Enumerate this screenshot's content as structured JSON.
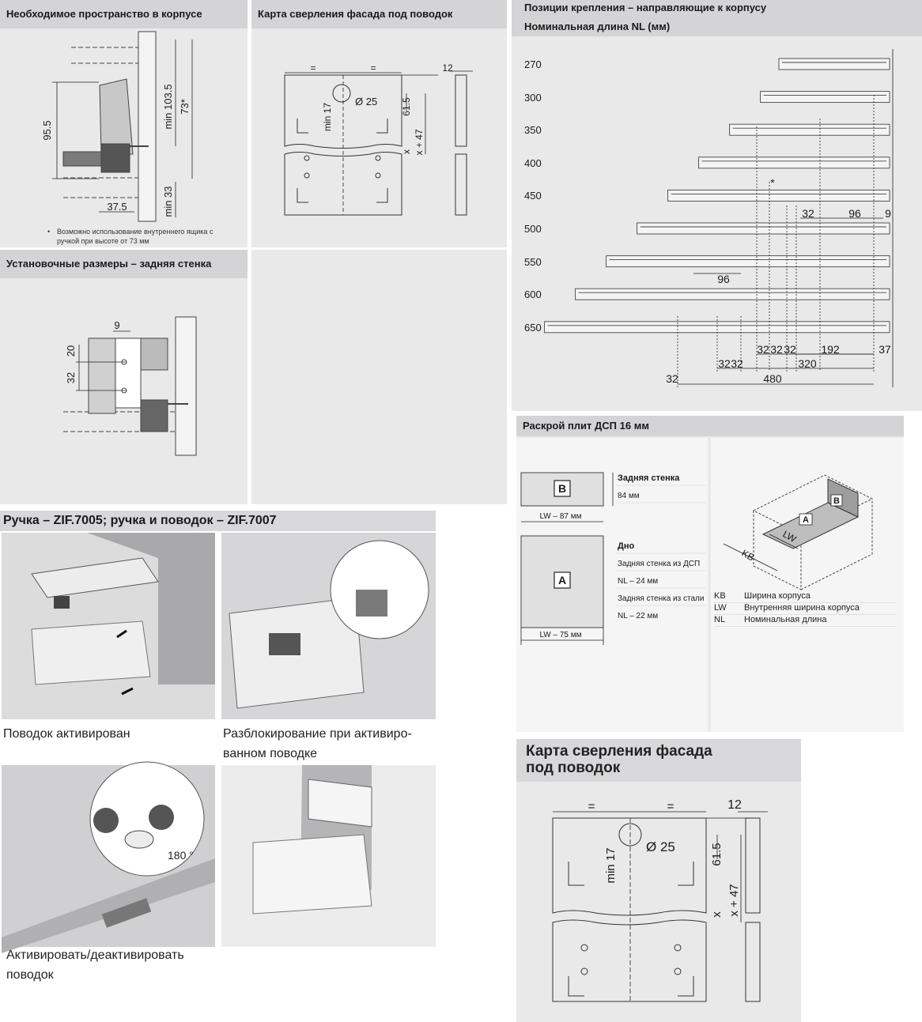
{
  "p1": {
    "title": "Необходимое пространство в корпусе",
    "dims": {
      "d955": "95.5",
      "d1035": "min 103.5",
      "d73": "73*",
      "d375": "37.5",
      "d33": "min 33"
    },
    "note1": "Возможно использование внутреннего ящика с",
    "note2": "ручкой при высоте от 73 мм",
    "bullet": "•"
  },
  "p2": {
    "title": "Карта сверления фасада под поводок",
    "eq": "=",
    "d12": "12",
    "d25": "Ø 25",
    "d17": "min 17",
    "d615": "61.5",
    "x": "x",
    "x47": "x + 47"
  },
  "p3": {
    "title": "Установочные размеры – задняя стенка",
    "d9": "9",
    "d20": "20",
    "d32": "32"
  },
  "p4": {
    "title": "Позиции крепления – направляющие к корпусу",
    "subtitle": "Номинальная длина NL (мм)",
    "lengths": [
      "270",
      "300",
      "350",
      "400",
      "450",
      "500",
      "550",
      "600",
      "650"
    ],
    "star": "*",
    "dims": {
      "d32a": "32",
      "d96a": "96",
      "d9": "9",
      "d96b": "96",
      "d32b": "32",
      "d32c": "32",
      "d32d": "32",
      "d192": "192",
      "d37": "37",
      "d32e": "32",
      "d32f": "32",
      "d320": "320",
      "d32g": "32",
      "d480": "480"
    }
  },
  "p5": {
    "title": "Раскрой плит ДСП 16 мм",
    "b_label": "B",
    "a_label": "A",
    "back_title": "Задняя стенка",
    "back_h": "84 мм",
    "b_width": "LW – 87 мм",
    "bottom_title": "Дно",
    "bottom_l1": "Задняя стенка из ДСП",
    "bottom_l2": "NL – 24 мм",
    "bottom_l3": "Задняя стенка из стали",
    "bottom_l4": "NL – 22 мм",
    "a_width": "LW – 75 мм",
    "iso": {
      "a": "A",
      "b": "B",
      "lw": "LW",
      "kb": "KB"
    },
    "legend": [
      {
        "abbr": "KB",
        "text": "Ширина корпуса"
      },
      {
        "abbr": "LW",
        "text": "Внутренняя ширина корпуса"
      },
      {
        "abbr": "NL",
        "text": "Номинальная длина"
      }
    ]
  },
  "p6": {
    "title": "Ручка – ZIF.7005; ручка и поводок – ZIF.7007",
    "cap1": "Поводок активирован",
    "cap2a": "Разблокирование при активиро-",
    "cap2b": "ванном поводке",
    "cap3a": "Активировать/деактивировать",
    "cap3b": "поводок",
    "deg": "180 °"
  },
  "p7": {
    "title1": "Карта сверления фасада",
    "title2": "под поводок",
    "eq": "=",
    "d12": "12",
    "d25": "Ø 25",
    "d17": "min 17",
    "d615": "61.5",
    "x": "x",
    "x47": "x + 47"
  },
  "colors": {
    "panel": "#e9e9ea",
    "header": "#d4d4d6",
    "line": "#222222"
  }
}
